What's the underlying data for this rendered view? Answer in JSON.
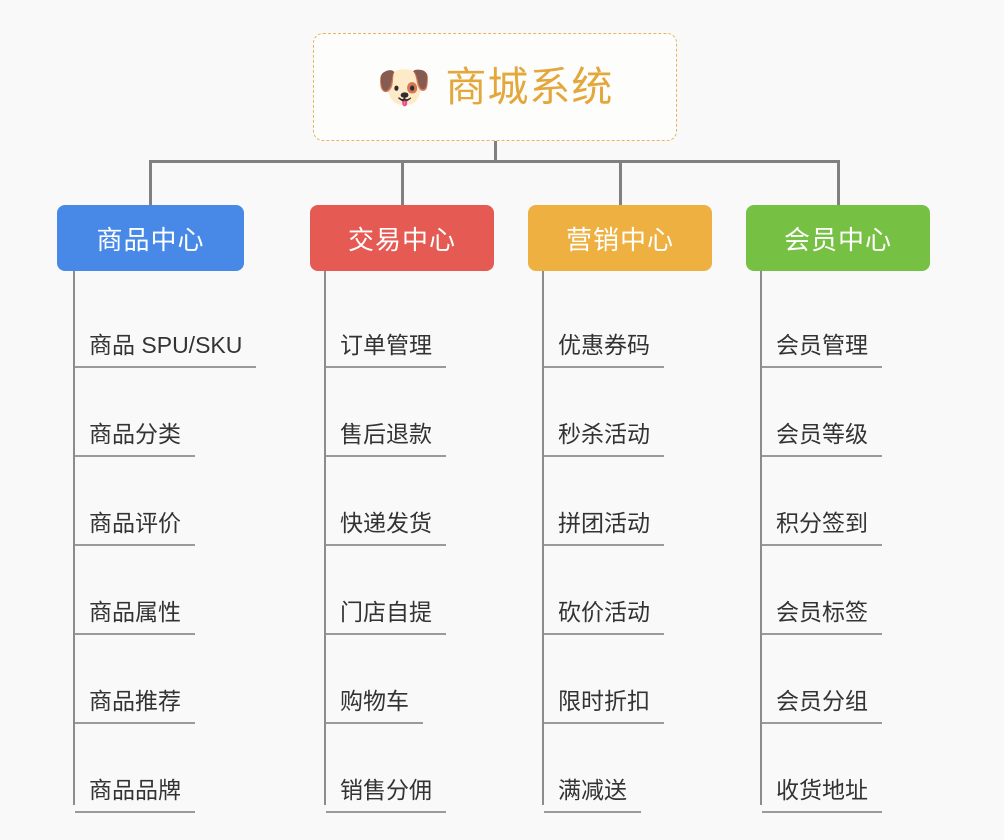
{
  "diagram": {
    "type": "mind-map",
    "background_color": "#f9f9f9",
    "root": {
      "icon": "shiba-dog-face-icon",
      "emoji": "🐶",
      "title": "商城系统",
      "text_color": "#e3a73c",
      "border_color": "#e8b55e",
      "border_style": "dashed"
    },
    "connector_color": "#808080",
    "leaf_underline_color": "#9a9a9a",
    "branches": [
      {
        "id": "product-center",
        "label": "商品中心",
        "color": "#4889e8",
        "items": [
          "商品 SPU/SKU",
          "商品分类",
          "商品评价",
          "商品属性",
          "商品推荐",
          "商品品牌"
        ]
      },
      {
        "id": "trade-center",
        "label": "交易中心",
        "color": "#e55a53",
        "items": [
          "订单管理",
          "售后退款",
          "快递发货",
          "门店自提",
          "购物车",
          "销售分佣"
        ]
      },
      {
        "id": "marketing-center",
        "label": "营销中心",
        "color": "#eeb040",
        "items": [
          "优惠券码",
          "秒杀活动",
          "拼团活动",
          "砍价活动",
          "限时折扣",
          "满减送"
        ]
      },
      {
        "id": "member-center",
        "label": "会员中心",
        "color": "#76c043",
        "items": [
          "会员管理",
          "会员等级",
          "积分签到",
          "会员标签",
          "会员分组",
          "收货地址"
        ]
      }
    ]
  }
}
